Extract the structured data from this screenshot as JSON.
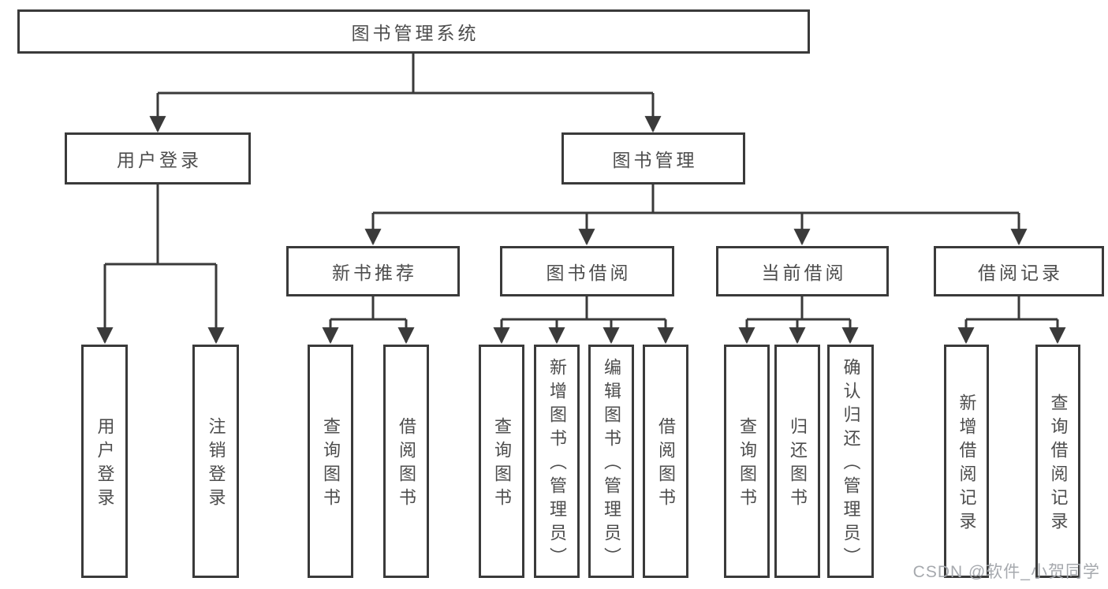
{
  "colors": {
    "line": "#3a3a3a",
    "text": "#4d4d4d",
    "watermark": "#a6a9ae",
    "bg": "#ffffff"
  },
  "tree": {
    "root": "图书管理系统",
    "branches": [
      {
        "label": "用户登录",
        "children": [
          "用户登录",
          "注销登录"
        ]
      },
      {
        "label": "图书管理",
        "children": [
          {
            "label": "新书推荐",
            "children": [
              "查询图书",
              "借阅图书"
            ]
          },
          {
            "label": "图书借阅",
            "children": [
              "查询图书",
              "新增图书（管理员）",
              "编辑图书（管理员）",
              "借阅图书"
            ]
          },
          {
            "label": "当前借阅",
            "children": [
              "查询图书",
              "归还图书",
              "确认归还（管理员）"
            ]
          },
          {
            "label": "借阅记录",
            "children": [
              "新增借阅记录",
              "查询借阅记录"
            ]
          }
        ]
      }
    ]
  },
  "watermark": {
    "text": "CSDN @软件_小贺同学"
  }
}
